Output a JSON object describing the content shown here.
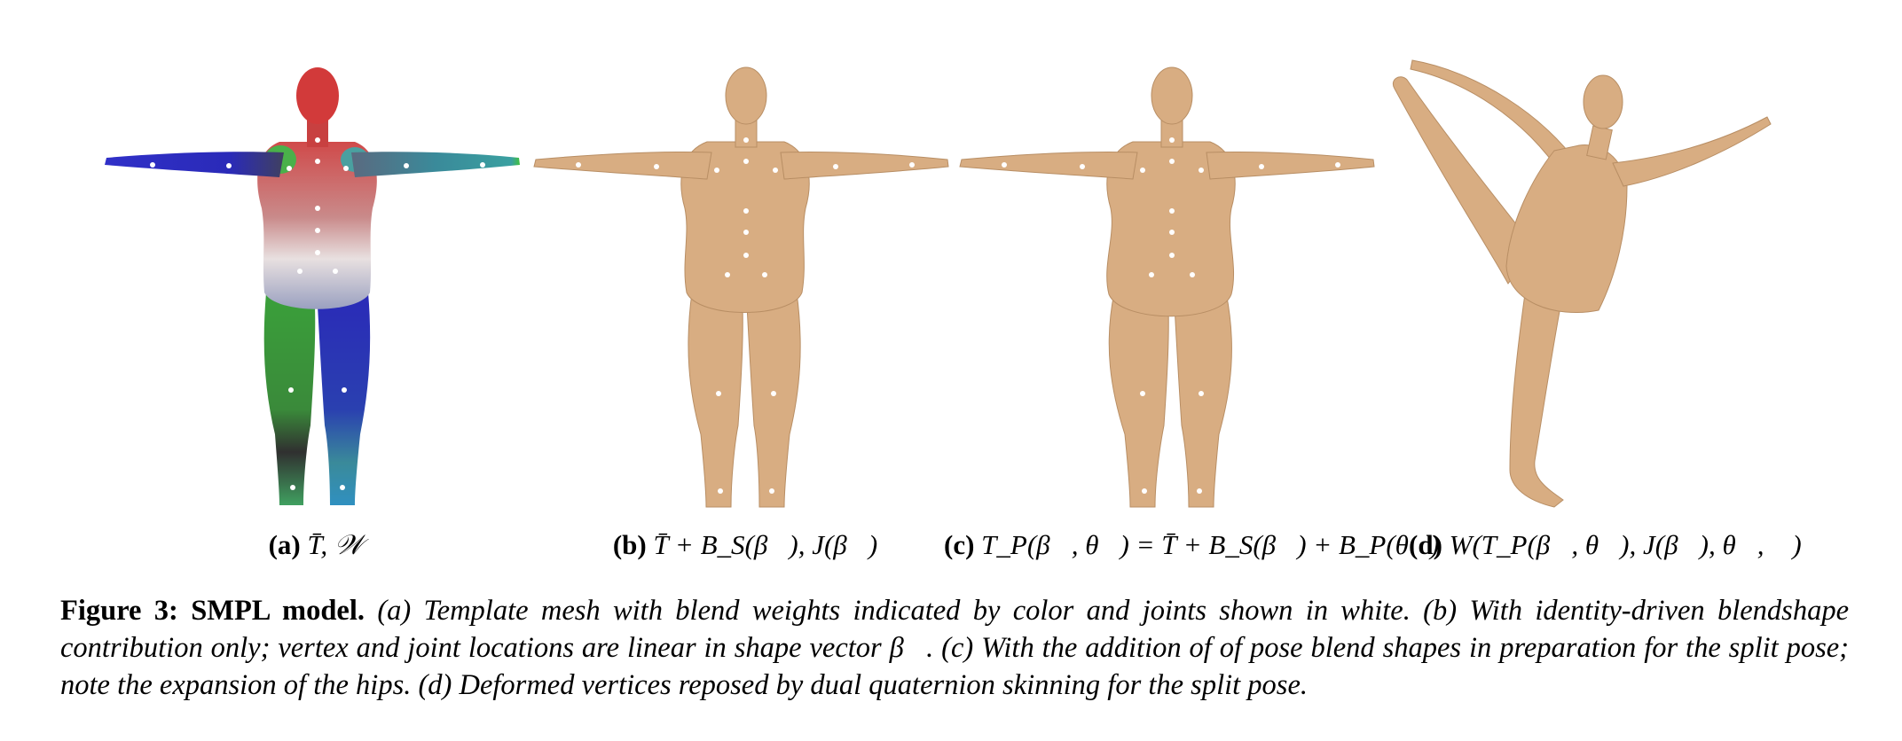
{
  "panels": [
    {
      "label": "(a)",
      "math": "T̄, 𝒲"
    },
    {
      "label": "(b)",
      "math": "T̄ + B_S(β⃗), J(β⃗)"
    },
    {
      "label": "(c)",
      "math": "T_P(β⃗, θ⃗) = T̄ + B_S(β⃗) + B_P(θ⃗)"
    },
    {
      "label": "(d)",
      "math": "W(T_P(β⃗, θ⃗), J(β⃗), θ⃗, 𝒲)"
    }
  ],
  "caption": {
    "figure_label": "Figure 3:",
    "title": "SMPL model.",
    "text": "(a) Template mesh with blend weights indicated by color and joints shown in white. (b) With identity-driven blendshape contribution only; vertex and joint locations are linear in shape vector β⃗. (c) With the addition of of pose blend shapes in preparation for the split pose; note the expansion of the hips. (d) Deformed vertices reposed by dual quaternion skinning for the split pose."
  },
  "colors": {
    "skin": "#d8ad82",
    "weight_head": "#d23a3a",
    "weight_left_arm": "#2a2ab8",
    "weight_right_arm": "#3a9a9a",
    "weight_left_leg": "#2e9e2e",
    "weight_right_leg": "#2a2ab8",
    "joint": "#ffffff"
  }
}
